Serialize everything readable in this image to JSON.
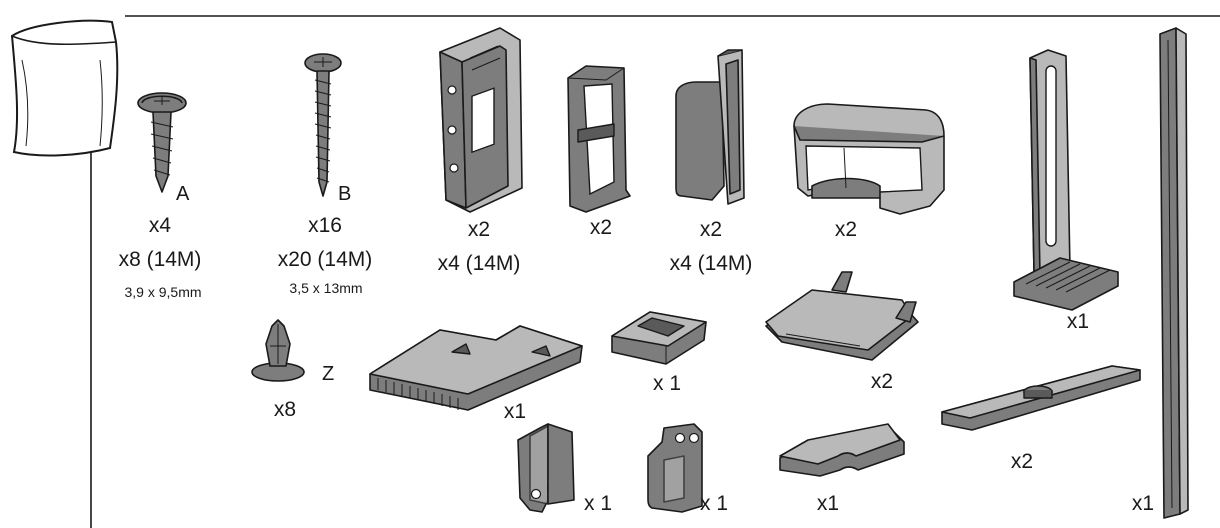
{
  "colors": {
    "part_fill": "#7d7d7d",
    "part_light": "#b9b9b9",
    "line": "#1a1a1a",
    "background": "#ffffff"
  },
  "parts": {
    "bag": {
      "icon": "plastic-bag-icon"
    },
    "screw_a": {
      "letter": "A",
      "qty": "x4",
      "qty_14m": "x8 (14M)",
      "size": "3,9 x 9,5mm",
      "icon": "short-screw-icon"
    },
    "screw_b": {
      "letter": "B",
      "qty": "x16",
      "qty_14m": "x20 (14M)",
      "size": "3,5 x 13mm",
      "icon": "long-screw-icon"
    },
    "bracket": {
      "qty": "x2",
      "qty_14m": "x4 (14M)",
      "icon": "mounting-bracket-icon"
    },
    "channel_clip": {
      "qty": "x2",
      "icon": "channel-clip-icon"
    },
    "flat_clip": {
      "qty": "x2",
      "qty_14m": "x4 (14M)",
      "icon": "flat-clip-icon"
    },
    "end_cap": {
      "qty": "x2",
      "icon": "end-cap-icon"
    },
    "tall_bracket": {
      "qty": "x1",
      "icon": "tall-slotted-bracket-icon"
    },
    "rail": {
      "qty": "x1",
      "icon": "long-rail-icon"
    },
    "rivet": {
      "letter": "Z",
      "qty": "x8",
      "icon": "push-rivet-icon"
    },
    "plate": {
      "qty": "x1",
      "icon": "toothed-plate-icon"
    },
    "small_clip": {
      "qty": "x 1",
      "icon": "small-clip-icon"
    },
    "pin_cover": {
      "qty": "x2",
      "icon": "pin-cover-icon"
    },
    "tray": {
      "qty": "x2",
      "icon": "long-tray-icon"
    },
    "corner_left": {
      "qty": "x 1",
      "icon": "left-corner-piece-icon"
    },
    "corner_right": {
      "qty": "x 1",
      "icon": "right-corner-piece-icon"
    },
    "tab_plate": {
      "qty": "x1",
      "icon": "notched-tab-plate-icon"
    }
  }
}
